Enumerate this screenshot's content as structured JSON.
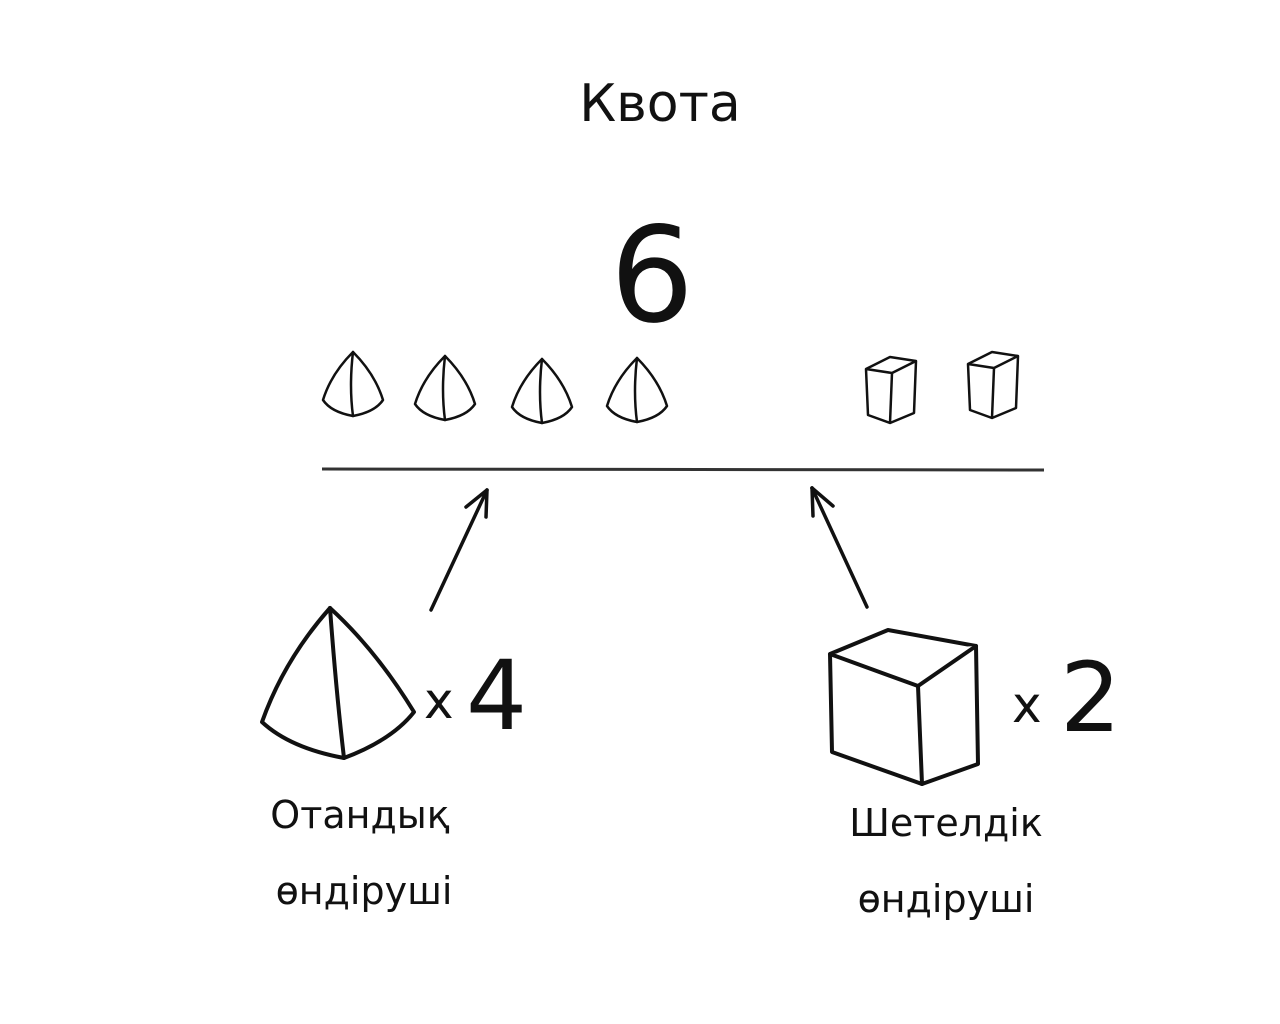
{
  "diagram": {
    "title": "Квота",
    "total_quota": "6",
    "domestic": {
      "multiplier_sign": "x",
      "count": "4",
      "label_line1": "Отандық",
      "label_line2": "өндіруші",
      "icon": "pyramid-icon"
    },
    "foreign": {
      "multiplier_sign": "x",
      "count": "2",
      "label_line1": "Шетелдік",
      "label_line2": "өндіруші",
      "icon": "cube-icon"
    },
    "colors": {
      "ink": "#111111",
      "background": "#ffffff"
    }
  }
}
